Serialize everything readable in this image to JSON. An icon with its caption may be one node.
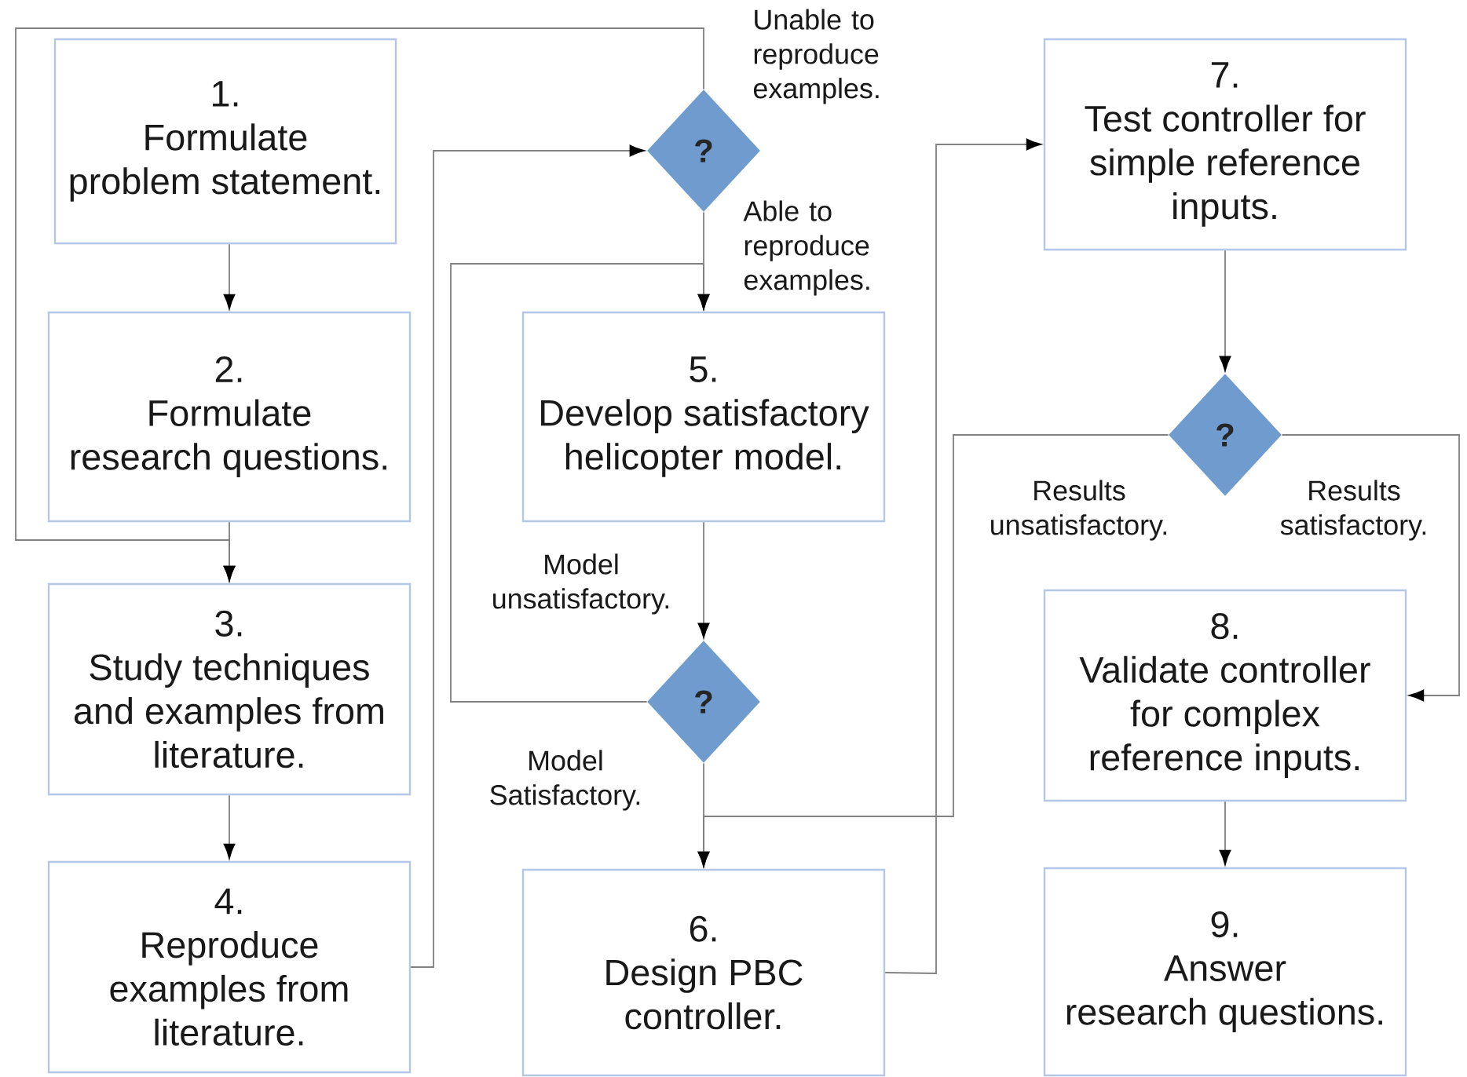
{
  "diagram": {
    "nodes": [
      {
        "text": [
          "1.",
          "Formulate problem statement."
        ]
      },
      {
        "text": [
          "2.",
          "Formulate research questions."
        ]
      },
      {
        "text": [
          "3.",
          "Study techniques and examples from literature."
        ]
      },
      {
        "text": [
          "4.",
          "Reproduce examples from literature."
        ]
      },
      {
        "text": [
          "?"
        ]
      },
      {
        "text": [
          "5.",
          "Develop satisfactory helicopter model."
        ]
      },
      {
        "text": [
          "?"
        ]
      },
      {
        "text": [
          "6.",
          "Design PBC controller."
        ]
      },
      {
        "text": [
          "7.",
          "Test controller for simple reference inputs."
        ]
      },
      {
        "text": [
          "?"
        ]
      },
      {
        "text": [
          "8.",
          "Validate controller for complex reference inputs."
        ]
      },
      {
        "text": [
          "9.",
          "Answer research questions."
        ]
      }
    ],
    "edges": [
      {
        "from": 0,
        "to": 1,
        "arrow": "to"
      },
      {
        "from": 1,
        "to": 2,
        "arrow": "to"
      },
      {
        "from": 4,
        "to": 2,
        "arrow": "to",
        "label": "Unable to reproduce examples."
      },
      {
        "from": 2,
        "to": 3,
        "arrow": "to"
      },
      {
        "from": 3,
        "to": 4,
        "arrow": "to"
      },
      {
        "from": 4,
        "to": 5,
        "arrow": "to",
        "label": "Able to reproduce examples."
      },
      {
        "from": 5,
        "to": 6,
        "arrow": "to"
      },
      {
        "from": 6,
        "to": 5,
        "arrow": "to",
        "label": "Model unsatisfactory."
      },
      {
        "from": 6,
        "to": 7,
        "arrow": "to",
        "label": "Model Satisfactory."
      },
      {
        "from": 7,
        "to": 8,
        "arrow": "to"
      },
      {
        "from": 8,
        "to": 9,
        "arrow": "to"
      },
      {
        "from": 9,
        "to": 7,
        "arrow": "to",
        "label": "Results unsatisfactory."
      },
      {
        "from": 9,
        "to": 10,
        "arrow": "to",
        "label": "Results satisfactory."
      },
      {
        "from": 10,
        "to": 11,
        "arrow": "to"
      }
    ]
  }
}
